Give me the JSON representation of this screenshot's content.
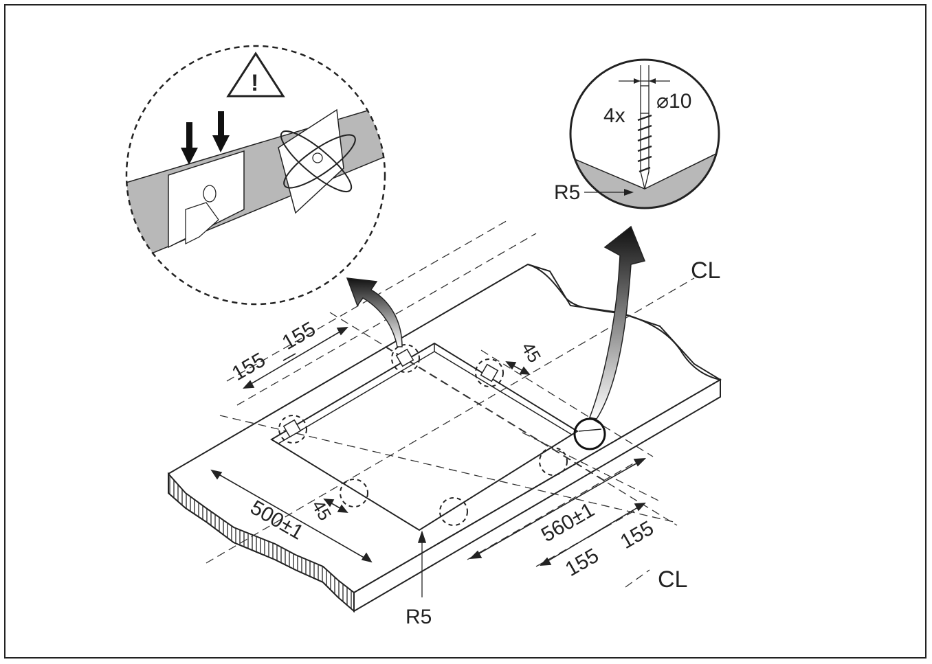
{
  "diagram": {
    "centerline_label_top": "CL",
    "centerline_label_bottom": "CL",
    "dimensions": {
      "left_155_a": "155",
      "left_155_b": "155",
      "right_45": "45",
      "left_45": "45",
      "width_500": "500±1",
      "length_560": "560±1",
      "bottom_155_a": "155",
      "bottom_155_b": "155"
    },
    "radius_bottom": "R5",
    "detail_drill": {
      "count": "4x",
      "diameter": "⌀10",
      "radius": "R5"
    },
    "detail_clamp": {
      "warning_symbol": "!"
    }
  },
  "colors": {
    "line": "#222222",
    "fill_gray": "#b8b8b8",
    "worktop_edge": "#444444"
  }
}
